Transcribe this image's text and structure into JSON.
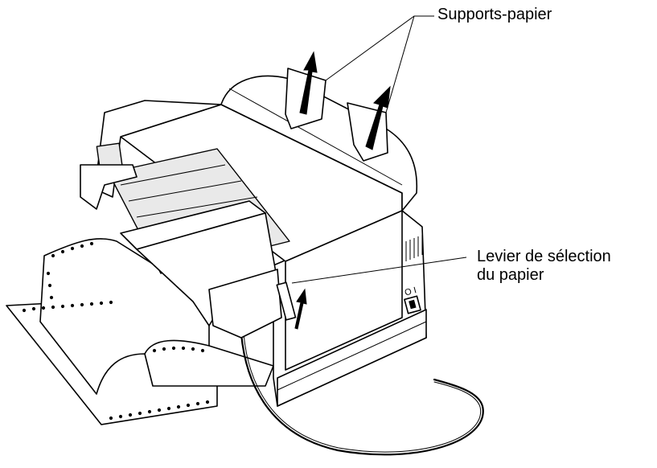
{
  "callouts": {
    "paper_supports": "Supports-papier",
    "paper_lever_line1": "Levier de sélection",
    "paper_lever_line2": "du papier"
  },
  "power_switch": {
    "label": "O I"
  }
}
